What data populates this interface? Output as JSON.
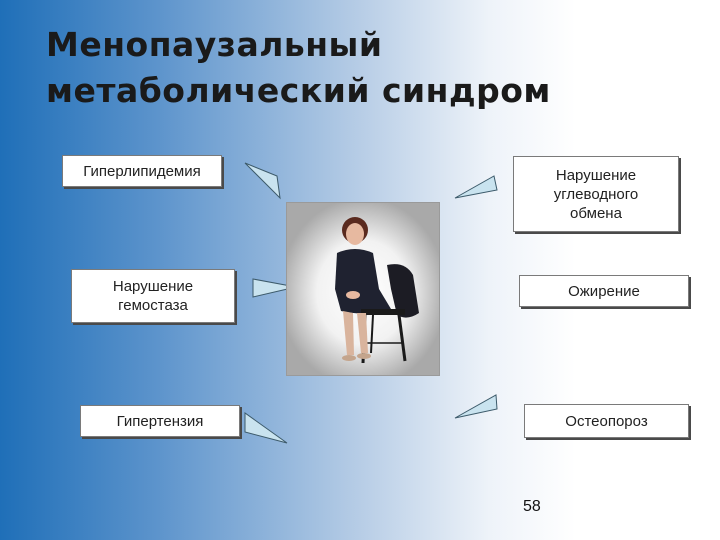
{
  "title": "Менопаузальный\nметаболический синдром",
  "boxes": {
    "hyperlipidemia": "Гиперлипидемия",
    "carbohydrate": "Нарушение\nуглеводного\nобмена",
    "hemostasis": "Нарушение\nгемостаза",
    "obesity": "Ожирение",
    "hypertension": "Гипертензия",
    "osteoporosis": "Остеопороз"
  },
  "page_number": "58",
  "colors": {
    "arrow_fill": "#c9e3ef",
    "arrow_stroke": "#3c5a6a",
    "background_blue": "#1f6fb8"
  }
}
